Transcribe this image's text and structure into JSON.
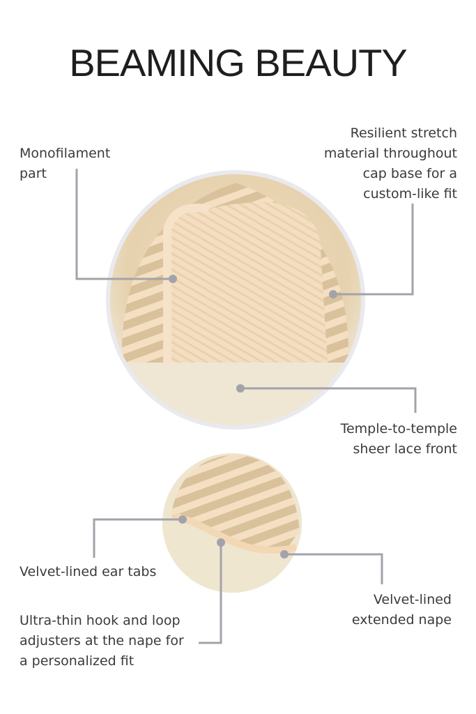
{
  "title": "BEAMING BEAUTY",
  "colors": {
    "leader_line": "#a2a3aa",
    "text": "#3a3a3a",
    "cap_base": "#f3dcc0",
    "hair": "#eee6cf"
  },
  "callouts": {
    "monofilament": [
      "Monofilament",
      "part"
    ],
    "stretch": [
      "Resilient stretch",
      "material throughout",
      "cap base for a",
      "custom-like fit"
    ],
    "lace_front": [
      "Temple-to-temple",
      "sheer lace front"
    ],
    "ear_tabs": [
      "Velvet-lined ear tabs"
    ],
    "adjusters": [
      "Ultra-thin hook and loop",
      "adjusters at the nape for",
      "a personalized fit"
    ],
    "nape": [
      "Velvet-lined",
      "extended nape"
    ]
  }
}
